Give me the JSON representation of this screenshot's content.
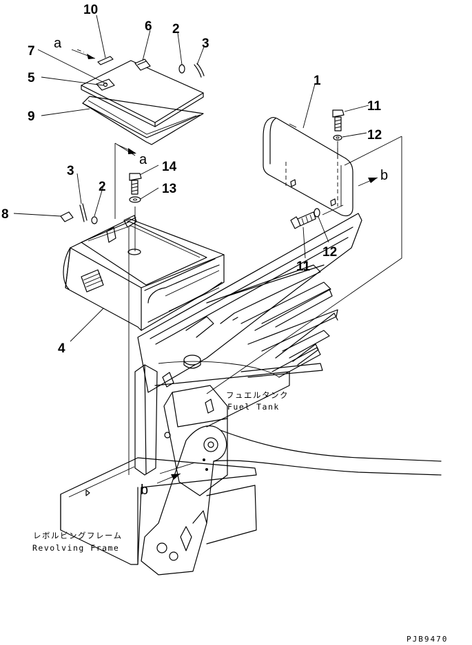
{
  "diagram": {
    "part_numbers": {
      "p1": "1",
      "p2_top": "2",
      "p2_mid": "2",
      "p3_top": "3",
      "p3_mid": "3",
      "p4": "4",
      "p5": "5",
      "p6": "6",
      "p7": "7",
      "p8": "8",
      "p9": "9",
      "p10": "10",
      "p11_top": "11",
      "p11_bottom": "11",
      "p12_top": "12",
      "p12_bottom": "12",
      "p13": "13",
      "p14": "14"
    },
    "view_markers": {
      "a_top": "a",
      "a_mid": "a",
      "b_right": "b",
      "b_bottom": "b"
    },
    "labels": {
      "fuel_tank_jp": "フュエルタンク",
      "fuel_tank_en": "Fuel Tank",
      "revolving_frame_jp": "レボルビングフレーム",
      "revolving_frame_en": "Revolving Frame"
    },
    "drawing_code": "PJB9470"
  }
}
